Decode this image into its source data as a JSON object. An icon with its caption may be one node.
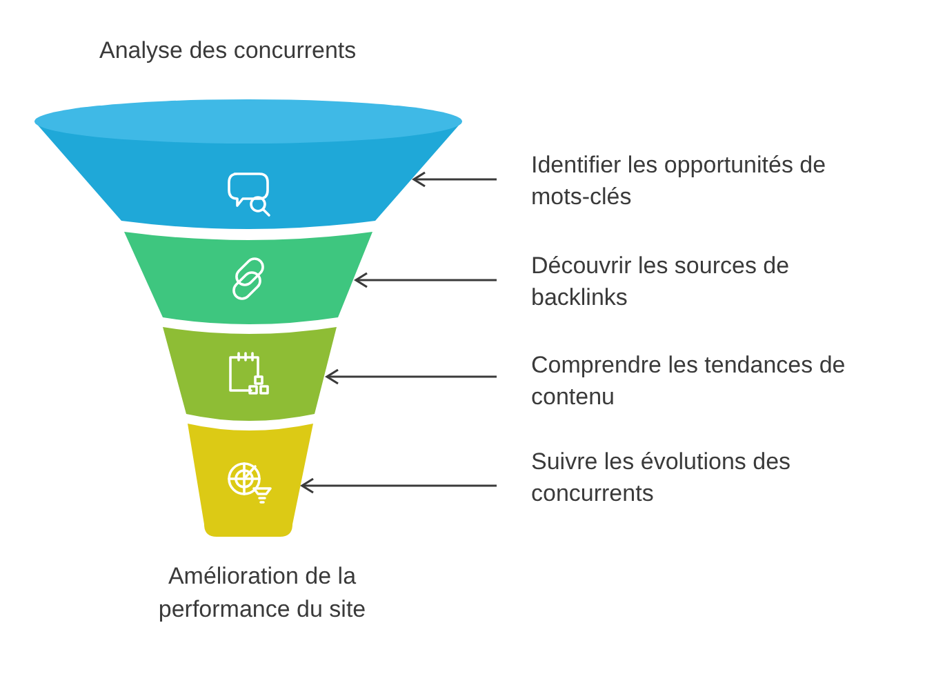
{
  "diagram": {
    "title": "Analyse des concurrents",
    "nodes": [
      {
        "text": [],
        "shape": "band"
      },
      {
        "text": [],
        "shape": "band"
      },
      {
        "text": [],
        "shape": "band"
      },
      {
        "text": [],
        "shape": "band"
      },
      {
        "text": [
          "Identifier les opportunités de mots-clés"
        ]
      },
      {
        "text": [
          "Découvrir les sources de backlinks"
        ]
      },
      {
        "text": [
          "Comprendre les tendances de contenu"
        ]
      },
      {
        "text": [
          "Suivre les évolutions des concurrents"
        ]
      }
    ],
    "edges": [
      {
        "from": 4,
        "to": 0,
        "arrow": "to"
      },
      {
        "from": 5,
        "to": 1,
        "arrow": "to"
      },
      {
        "from": 6,
        "to": 2,
        "arrow": "to"
      },
      {
        "from": 7,
        "to": 3,
        "arrow": "to"
      }
    ],
    "labels": [
      "Amélioration de la performance du site"
    ]
  }
}
